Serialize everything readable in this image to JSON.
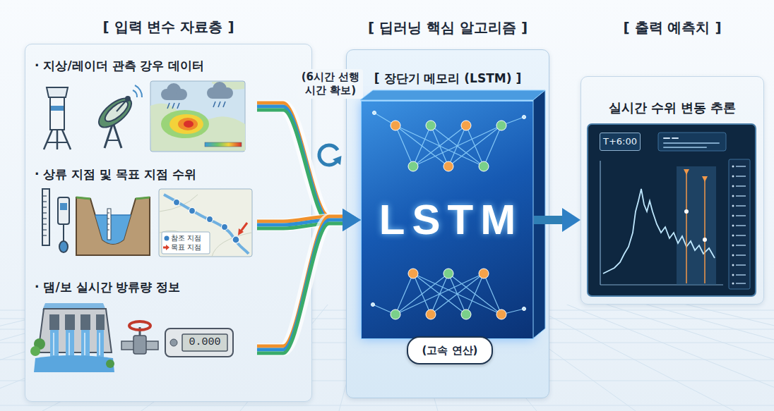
{
  "diagram": {
    "nodes": [
      {
        "text": [
          "[ 입력 변수 자료층 ]"
        ]
      },
      {
        "text": [
          "· 지상/레이더 관측 강우 데이터"
        ],
        "in": 0
      },
      {
        "text": [
          "· 상류 지점 및 목표 지점 수위"
        ],
        "in": 0
      },
      {
        "text": [
          "· 댐/보 실시간 방류량 정보"
        ],
        "in": 0
      },
      {
        "text": [
          "[ 딥러닝 핵심 알고리즘 ]",
          "[ 장단기 메모리 (LSTM) ]"
        ]
      },
      {
        "text": [
          "LSTM"
        ],
        "in": 4
      },
      {
        "text": [
          "(고속 연산)"
        ],
        "in": 4
      },
      {
        "text": [
          "[ 출력 예측치 ]",
          "실시간 수위 변동 추론"
        ]
      },
      {
        "text": [
          "T+6:00"
        ],
        "in": 7
      }
    ],
    "edges": [
      {
        "from": 1,
        "to": 5,
        "arrow": "to"
      },
      {
        "from": 2,
        "to": 5,
        "arrow": "to"
      },
      {
        "from": 3,
        "to": 5,
        "arrow": "to"
      },
      {
        "from": 5,
        "to": 7,
        "arrow": "to"
      }
    ],
    "labels": [
      "(6시간 선행시간 확보)",
      "0.000"
    ],
    "legend": [
      {
        "text": "참조 지점"
      },
      {
        "text": "목표 지점"
      }
    ]
  }
}
